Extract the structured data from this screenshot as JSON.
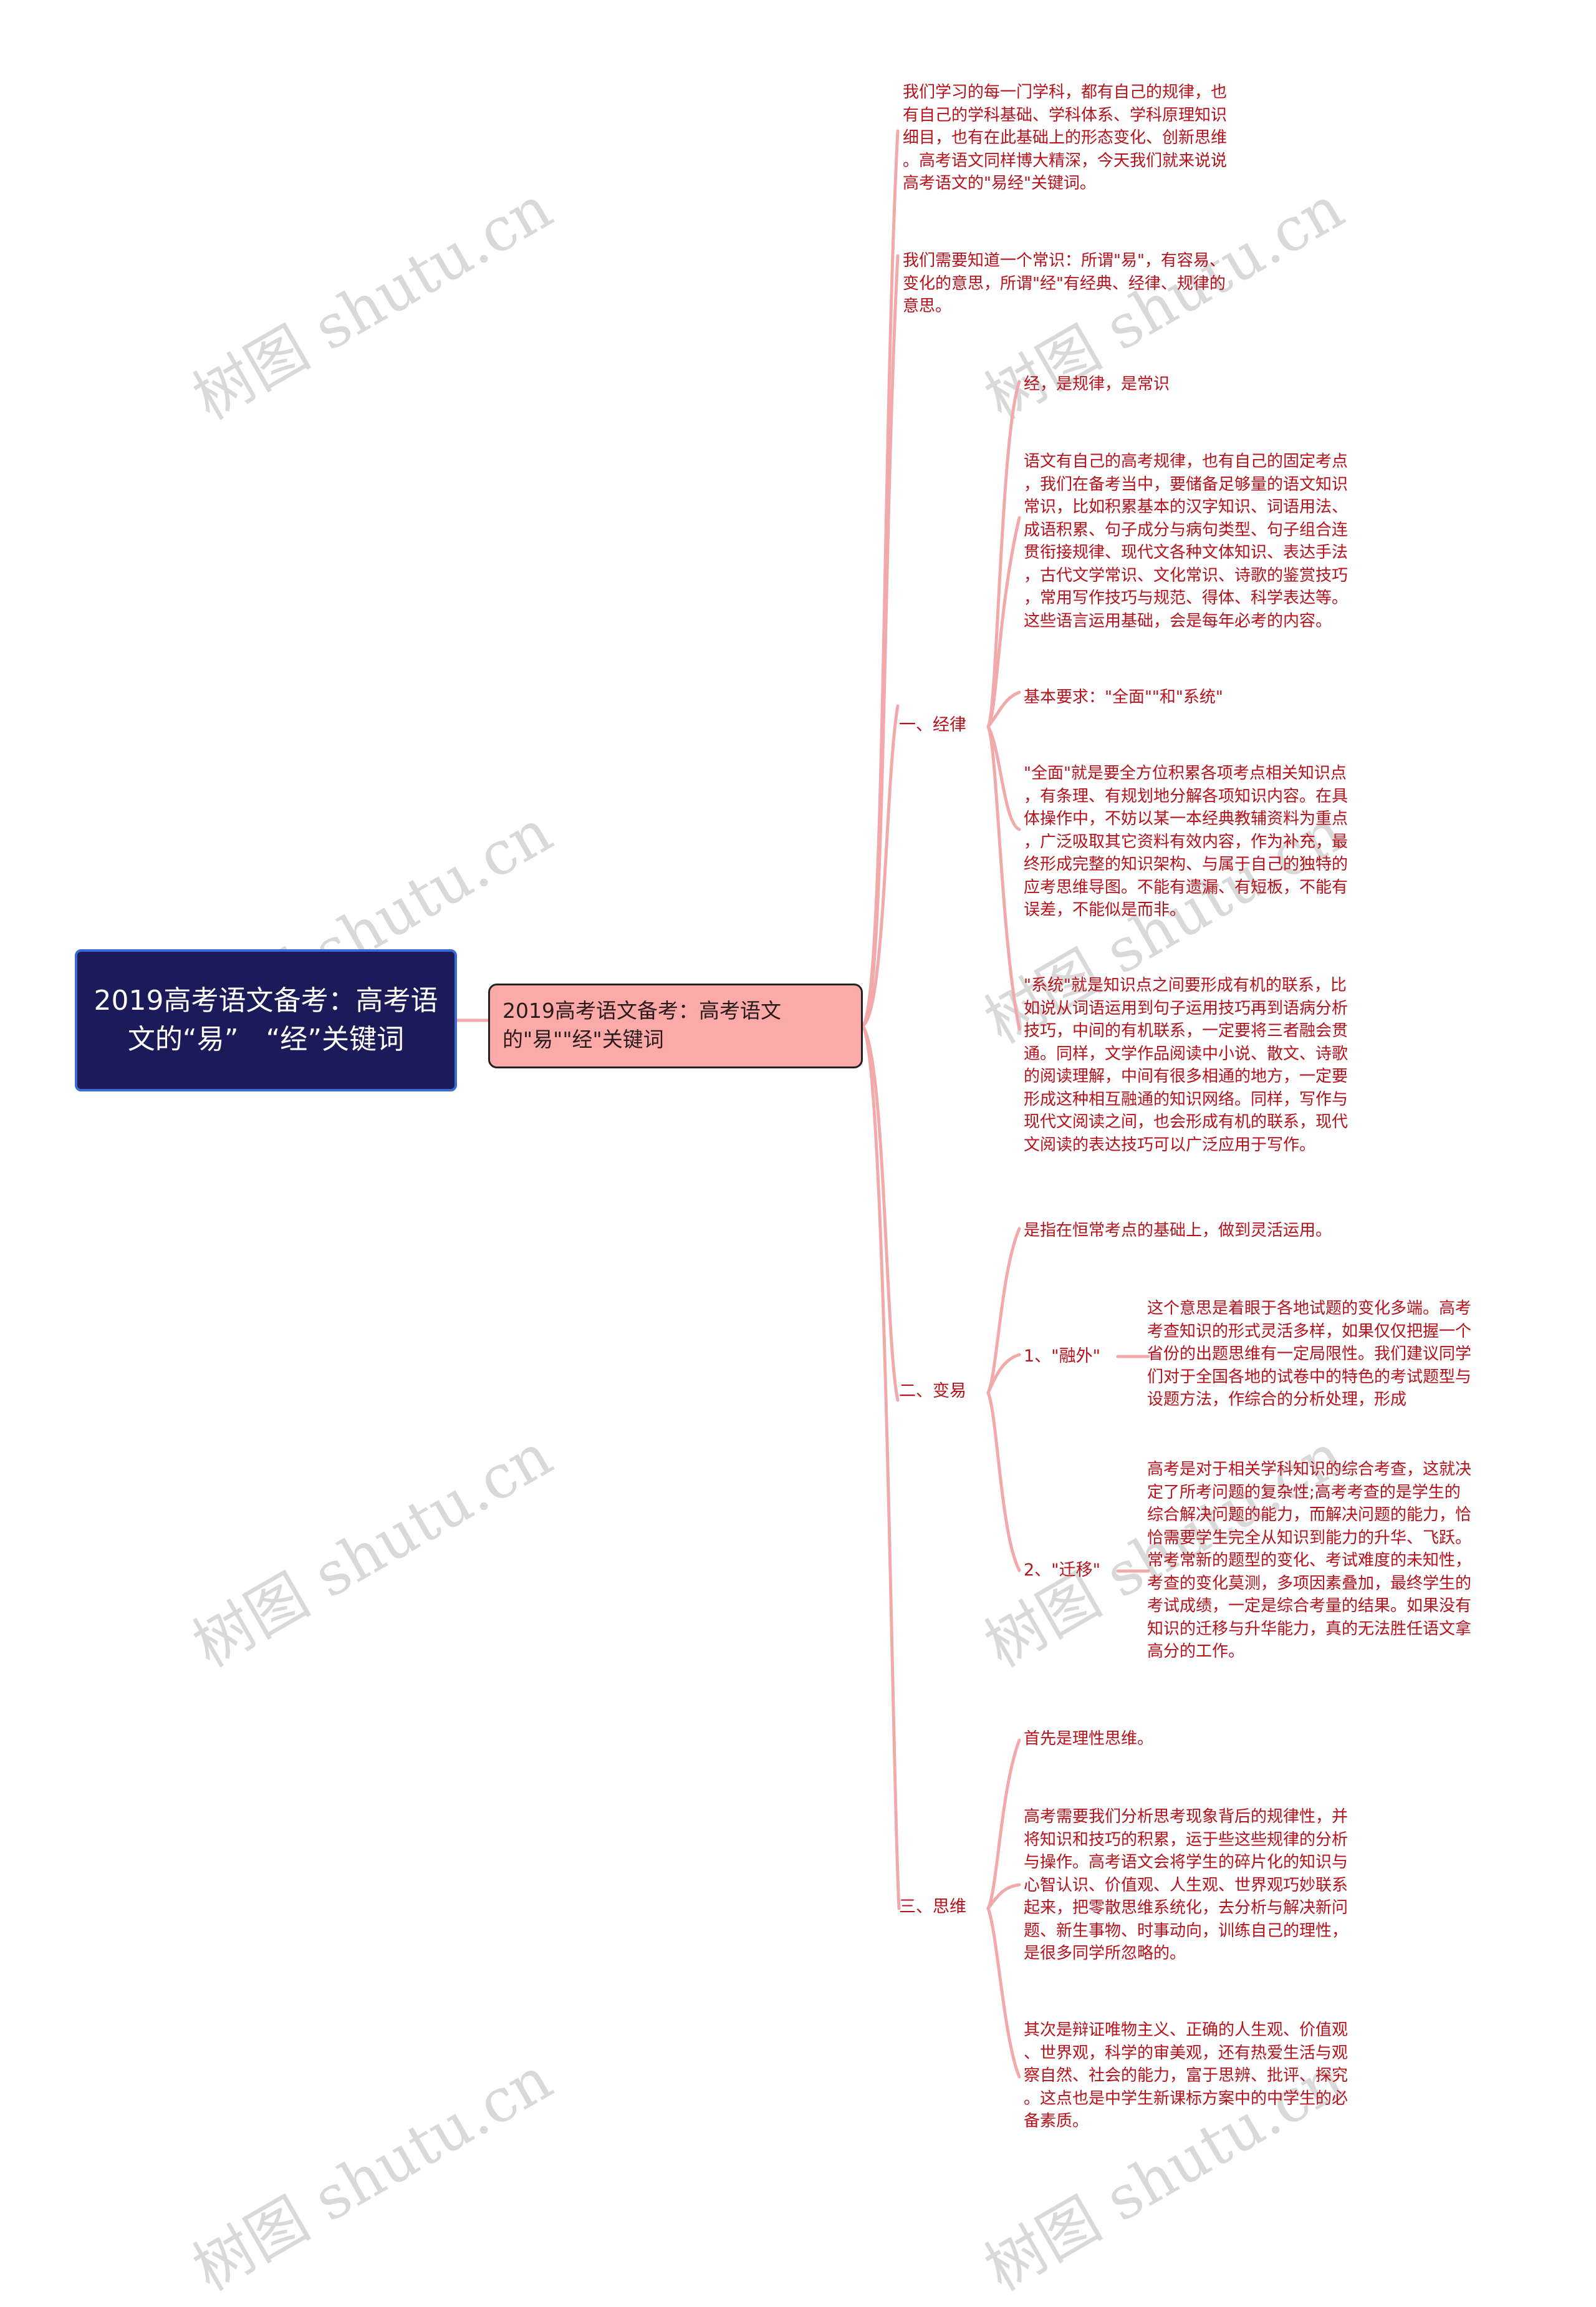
{
  "root": {
    "title": "2019高考语文备考：高考语文的“易”　“经”关键词"
  },
  "main_topic": {
    "label": "2019高考语文备考：高考语文的\"易\"\"经\"关键词"
  },
  "intro": [
    {
      "text": "我们学习的每一门学科，都有自己的规律，也\n有自己的学科基础、学科体系、学科原理知识\n细目，也有在此基础上的形态变化、创新思维\n。高考语文同样博大精深，今天我们就来说说\n高考语文的\"易经\"关键词。"
    },
    {
      "text": "我们需要知道一个常识：所谓\"易\"，有容易、\n变化的意思，所谓\"经\"有经典、经律、规律的\n意思。"
    }
  ],
  "branches": [
    {
      "label": "一、经律",
      "children": [
        {
          "text": "经，是规律，是常识"
        },
        {
          "text": "语文有自己的高考规律，也有自己的固定考点\n，我们在备考当中，要储备足够量的语文知识\n常识，比如积累基本的汉字知识、词语用法、\n成语积累、句子成分与病句类型、句子组合连\n贯衔接规律、现代文各种文体知识、表达手法\n，古代文学常识、文化常识、诗歌的鉴赏技巧\n，常用写作技巧与规范、得体、科学表达等。\n这些语言运用基础，会是每年必考的内容。"
        },
        {
          "text": "基本要求：\"全面\"\"和\"系统\""
        },
        {
          "text": "\"全面\"就是要全方位积累各项考点相关知识点\n，有条理、有规划地分解各项知识内容。在具\n体操作中，不妨以某一本经典教辅资料为重点\n，广泛吸取其它资料有效内容，作为补充，最\n终形成完整的知识架构、与属于自己的独特的\n应考思维导图。不能有遗漏、有短板，不能有\n误差，不能似是而非。"
        },
        {
          "text": "\"系统\"就是知识点之间要形成有机的联系，比\n如说从词语运用到句子运用技巧再到语病分析\n技巧，中间的有机联系，一定要将三者融会贯\n通。同样，文学作品阅读中小说、散文、诗歌\n的阅读理解，中间有很多相通的地方，一定要\n形成这种相互融通的知识网络。同样，写作与\n现代文阅读之间，也会形成有机的联系，现代\n文阅读的表达技巧可以广泛应用于写作。"
        }
      ]
    },
    {
      "label": "二、变易",
      "children": [
        {
          "text": "是指在恒常考点的基础上，做到灵活运用。"
        },
        {
          "label": "1、\"融外\"",
          "text": "这个意思是着眼于各地试题的变化多端。高考\n考查知识的形式灵活多样，如果仅仅把握一个\n省份的出题思维有一定局限性。我们建议同学\n们对于全国各地的试卷中的特色的考试题型与\n设题方法，作综合的分析处理，形成"
        },
        {
          "label": "2、\"迁移\"",
          "text": "高考是对于相关学科知识的综合考查，这就决\n定了所考问题的复杂性;高考考查的是学生的\n综合解决问题的能力，而解决问题的能力，恰\n恰需要学生完全从知识到能力的升华、飞跃。\n常考常新的题型的变化、考试难度的未知性，\n考查的变化莫测，多项因素叠加，最终学生的\n考试成绩，一定是综合考量的结果。如果没有\n知识的迁移与升华能力，真的无法胜任语文拿\n高分的工作。"
        }
      ]
    },
    {
      "label": "三、思维",
      "children": [
        {
          "text": "首先是理性思维。"
        },
        {
          "text": "高考需要我们分析思考现象背后的规律性，并\n将知识和技巧的积累，运于些这些规律的分析\n与操作。高考语文会将学生的碎片化的知识与\n心智认识、价值观、人生观、世界观巧妙联系\n起来，把零散思维系统化，去分析与解决新问\n题、新生事物、时事动向，训练自己的理性，\n是很多同学所忽略的。"
        },
        {
          "text": "其次是辩证唯物主义、正确的人生观、价值观\n、世界观，科学的审美观，还有热爱生活与观\n察自然、社会的能力，富于思辨、批评、探究\n。这点也是中学生新课标方案中的中学生的必\n备素质。"
        }
      ]
    }
  ],
  "watermark": {
    "text": "树图 shutu.cn"
  },
  "colors": {
    "root_bg": "#1c1b5a",
    "root_border": "#3a6ad4",
    "main_bg": "#fbaaa9",
    "text_red": "#b5121b",
    "connector": "#f2a9a9",
    "watermark": "#d3d3d3"
  }
}
